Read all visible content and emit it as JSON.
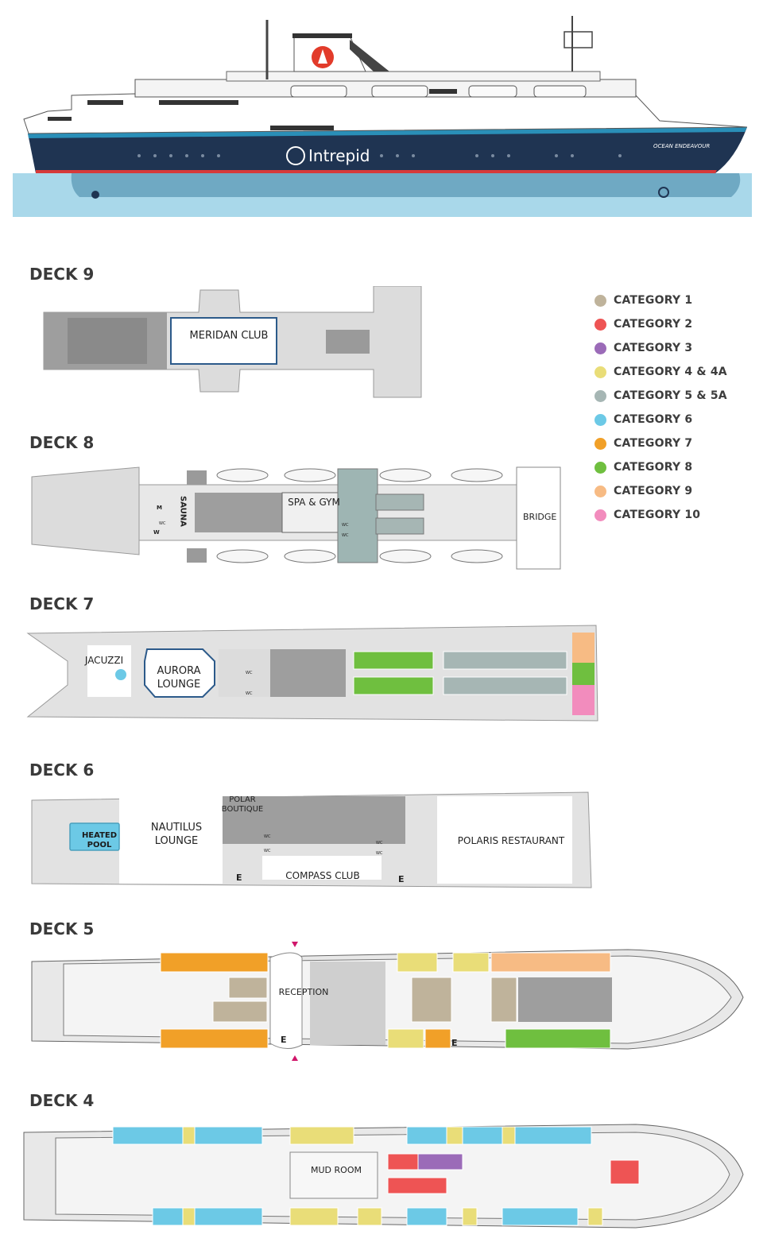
{
  "ship": {
    "brand": "Intrepid",
    "name": "OCEAN ENDEAVOUR",
    "hull_color": "#1f3452",
    "water_color": "#9fd3e6",
    "stripe_color": "#2a8fb8",
    "accent_red": "#e23b2a"
  },
  "decks": [
    {
      "title": "DECK 9",
      "labels": [
        "MERIDAN CLUB"
      ]
    },
    {
      "title": "DECK 8",
      "labels": [
        "SPA & GYM",
        "SAUNA",
        "BRIDGE",
        "M",
        "W",
        "WC",
        "WC",
        "WC"
      ]
    },
    {
      "title": "DECK 7",
      "labels": [
        "JACUZZI",
        "AURORA",
        "LOUNGE",
        "WC",
        "WC"
      ]
    },
    {
      "title": "DECK 6",
      "labels": [
        "POLAR",
        "BOUTIQUE",
        "NAUTILUS",
        "LOUNGE",
        "HEATED",
        "POOL",
        "WC",
        "WC",
        "WC",
        "WC",
        "E",
        "E",
        "COMPASS CLUB",
        "POLARIS RESTAURANT"
      ]
    },
    {
      "title": "DECK 5",
      "labels": [
        "RECEPTION",
        "E",
        "E"
      ]
    },
    {
      "title": "DECK 4",
      "labels": [
        "MUD ROOM"
      ]
    }
  ],
  "legend": [
    {
      "label": "CATEGORY 1",
      "color": "#bfb39b"
    },
    {
      "label": "CATEGORY 2",
      "color": "#ee5454"
    },
    {
      "label": "CATEGORY 3",
      "color": "#9b6bb8"
    },
    {
      "label": "CATEGORY 4 & 4A",
      "color": "#e9dd78"
    },
    {
      "label": "CATEGORY 5 & 5A",
      "color": "#a6b6b4"
    },
    {
      "label": "CATEGORY 6",
      "color": "#6cc9e6"
    },
    {
      "label": "CATEGORY 7",
      "color": "#f1a028"
    },
    {
      "label": "CATEGORY 8",
      "color": "#6fbf3f"
    },
    {
      "label": "CATEGORY 9",
      "color": "#f7bb84"
    },
    {
      "label": "CATEGORY 10",
      "color": "#f28cbd"
    }
  ]
}
